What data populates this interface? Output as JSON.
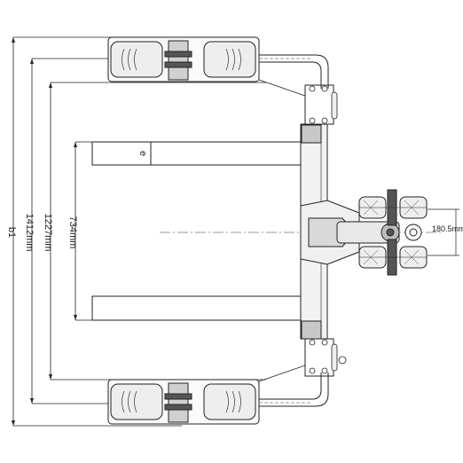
{
  "dimensions": {
    "b1": "b1",
    "d1412": "1412mm",
    "d1227": "1227mm",
    "d734": "734mm",
    "e": "e",
    "d180": "180.5mm"
  },
  "colors": {
    "line": "#222222",
    "fill_light": "#e6e6e6",
    "fill_mid": "#cfcfcf",
    "fill_dark": "#555555",
    "dash": "#777777"
  }
}
